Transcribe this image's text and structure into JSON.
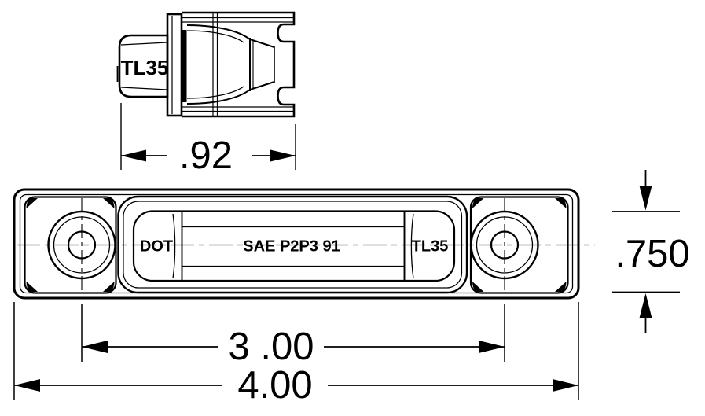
{
  "colors": {
    "ink": "#000000",
    "paper": "#ffffff"
  },
  "side_view": {
    "marking": "TL35",
    "width_dimension": ".92"
  },
  "front_view": {
    "marking_left": "DOT",
    "marking_center": "SAE P2P3 91",
    "marking_right": "TL35",
    "hole_spacing_dimension": "3 .00",
    "overall_width_dimension": "4.00",
    "height_dimension": ".750"
  }
}
